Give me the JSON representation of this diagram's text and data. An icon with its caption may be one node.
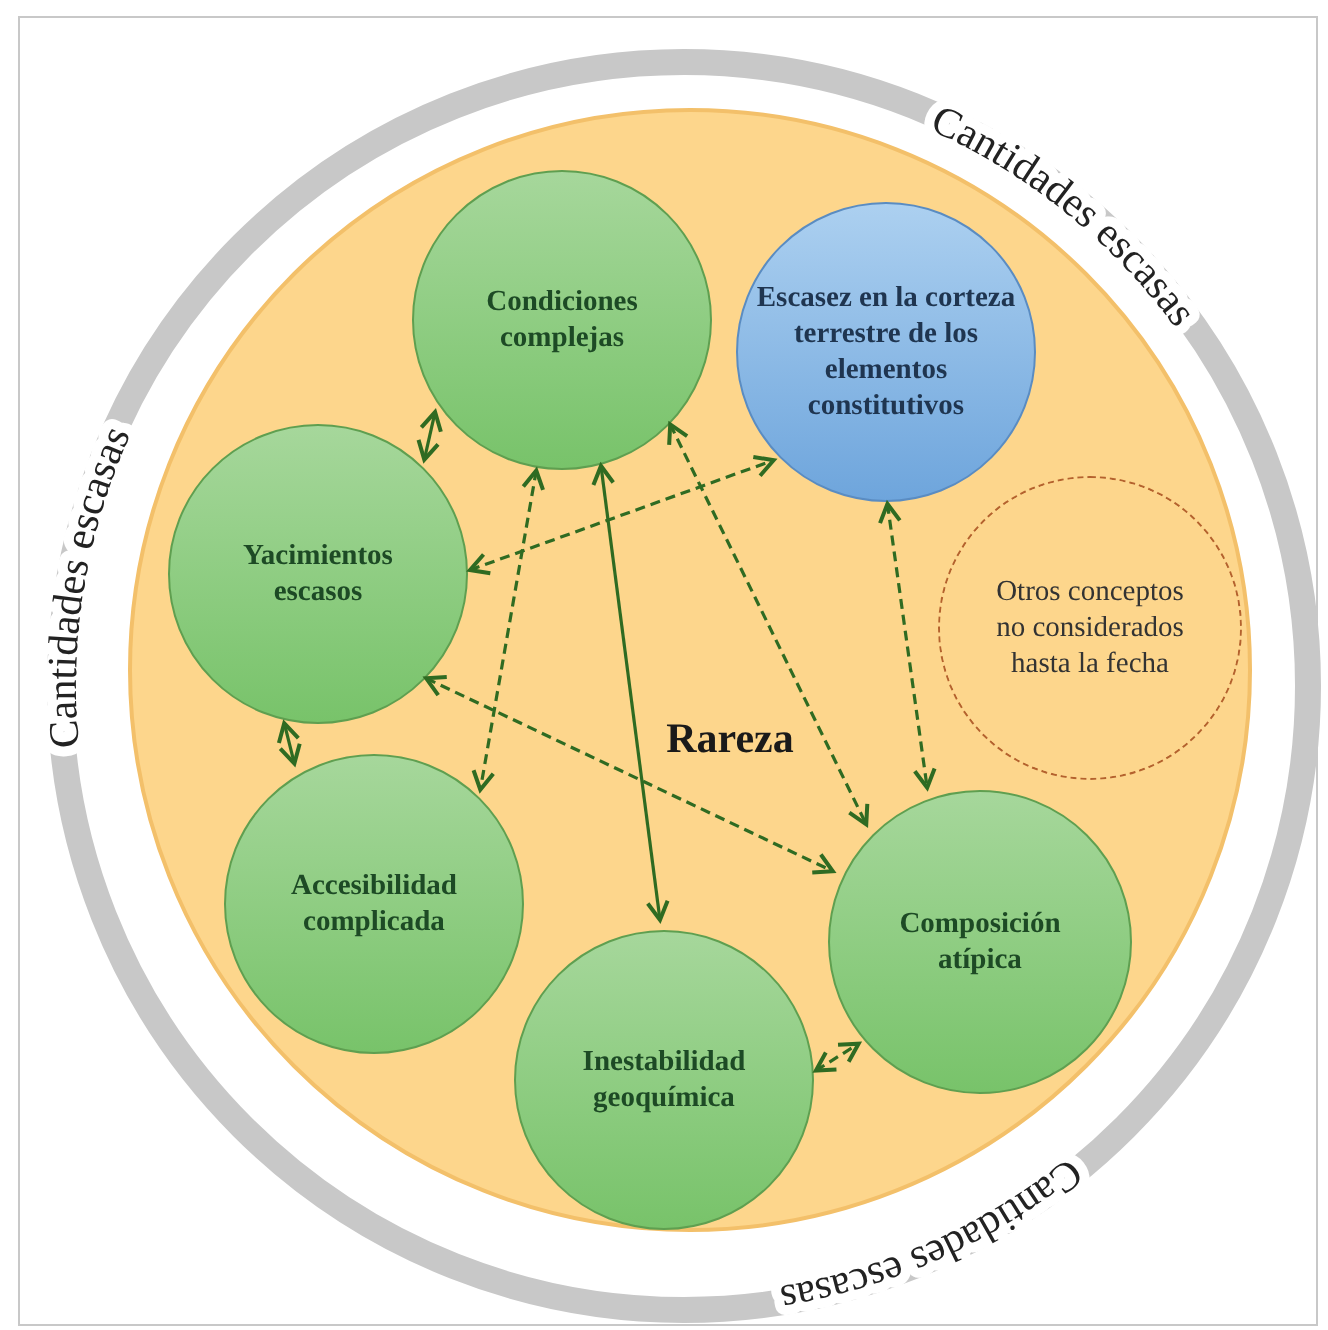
{
  "diagram": {
    "nodes": [
      {
        "text": [
          "Rareza"
        ]
      },
      {
        "text": [
          "Condiciones complejas"
        ],
        "in": 0
      },
      {
        "text": [
          "Escasez en la corteza terrestre de los elementos constitutivos"
        ],
        "in": 0
      },
      {
        "text": [
          "Yacimientos escasos"
        ],
        "in": 0
      },
      {
        "text": [
          "Otros conceptos no considerados hasta la fecha"
        ],
        "in": 0
      },
      {
        "text": [
          "Accesibilidad complicada"
        ],
        "in": 0
      },
      {
        "text": [
          "Composición atípica"
        ],
        "in": 0
      },
      {
        "text": [
          "Inestabilidad geoquímica"
        ],
        "in": 0
      }
    ],
    "edges": [
      {
        "from": 1,
        "to": 3,
        "arrow": "both"
      },
      {
        "from": 3,
        "to": 5,
        "arrow": "both"
      },
      {
        "from": 1,
        "to": 7,
        "arrow": "both"
      },
      {
        "from": 1,
        "to": 5,
        "arrow": "both",
        "style": "dashed"
      },
      {
        "from": 1,
        "to": 6,
        "arrow": "both",
        "style": "dashed"
      },
      {
        "from": 3,
        "to": 2,
        "arrow": "both",
        "style": "dashed"
      },
      {
        "from": 3,
        "to": 6,
        "arrow": "both",
        "style": "dashed"
      },
      {
        "from": 2,
        "to": 6,
        "arrow": "both",
        "style": "dashed"
      },
      {
        "from": 7,
        "to": 6,
        "arrow": "both",
        "style": "dashed"
      }
    ],
    "labels": [
      "Cantidades escasas",
      "Cantidades escasas",
      "Cantidades escasas"
    ]
  }
}
